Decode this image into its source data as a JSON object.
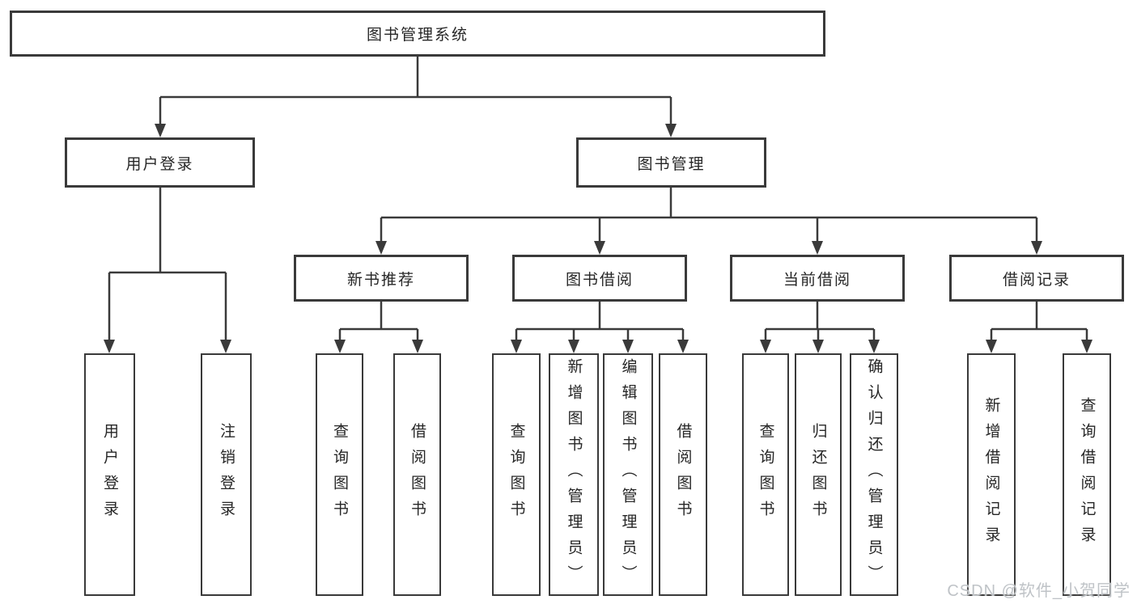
{
  "diagram": {
    "title": "图书管理系统",
    "branches": {
      "user_login": {
        "label": "用户登录",
        "leaves": [
          "用户登录",
          "注销登录"
        ]
      },
      "book_management": {
        "label": "图书管理",
        "sections": {
          "new_book_recommend": {
            "label": "新书推荐",
            "leaves": [
              "查询图书",
              "借阅图书"
            ]
          },
          "book_borrowing": {
            "label": "图书借阅",
            "leaves": [
              "查询图书",
              "新增图书（管理员）",
              "编辑图书（管理员）",
              "借阅图书"
            ]
          },
          "current_borrowing": {
            "label": "当前借阅",
            "leaves": [
              "查询图书",
              "归还图书",
              "确认归还（管理员）"
            ]
          },
          "borrowing_records": {
            "label": "借阅记录",
            "leaves": [
              "新增借阅记录",
              "查询借阅记录"
            ]
          }
        }
      }
    }
  },
  "watermark": {
    "text": "CSDN @软件_小贺同学"
  },
  "colors": {
    "line": "#3a3a3a",
    "box_border": "#3a3a3a",
    "box_fill": "#ffffff",
    "text": "#262626",
    "watermark": "#bfc3c7"
  }
}
